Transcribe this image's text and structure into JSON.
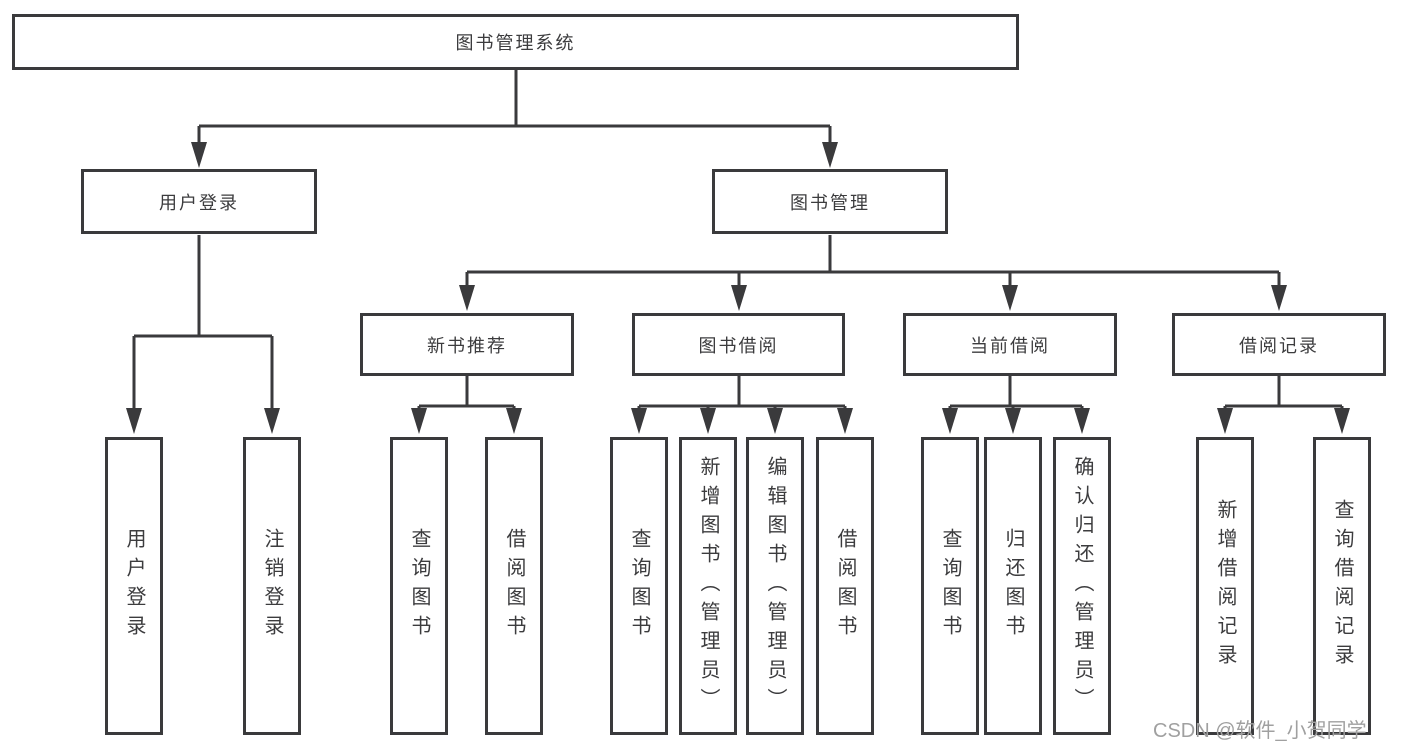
{
  "nodes": {
    "root": "图书管理系统",
    "user_login": "用户登录",
    "book_mgmt": "图书管理",
    "new_book_rec": "新书推荐",
    "book_borrow": "图书借阅",
    "current_borrow": "当前借阅",
    "borrow_records": "借阅记录",
    "leaves": {
      "user_login": [
        "用户登录",
        "注销登录"
      ],
      "new_book_rec": [
        "查询图书",
        "借阅图书"
      ],
      "book_borrow": [
        "查询图书",
        "新增图书（管理员）",
        "编辑图书（管理员）",
        "借阅图书"
      ],
      "current_borrow": [
        "查询图书",
        "归还图书",
        "确认归还（管理员）"
      ],
      "borrow_records": [
        "新增借阅记录",
        "查询借阅记录"
      ]
    }
  },
  "watermark": "CSDN @软件_小贺同学",
  "colors": {
    "line": "#3a3a3c",
    "text": "#3c3c3e",
    "watermark": "#a0a0a0",
    "background": "#ffffff"
  }
}
